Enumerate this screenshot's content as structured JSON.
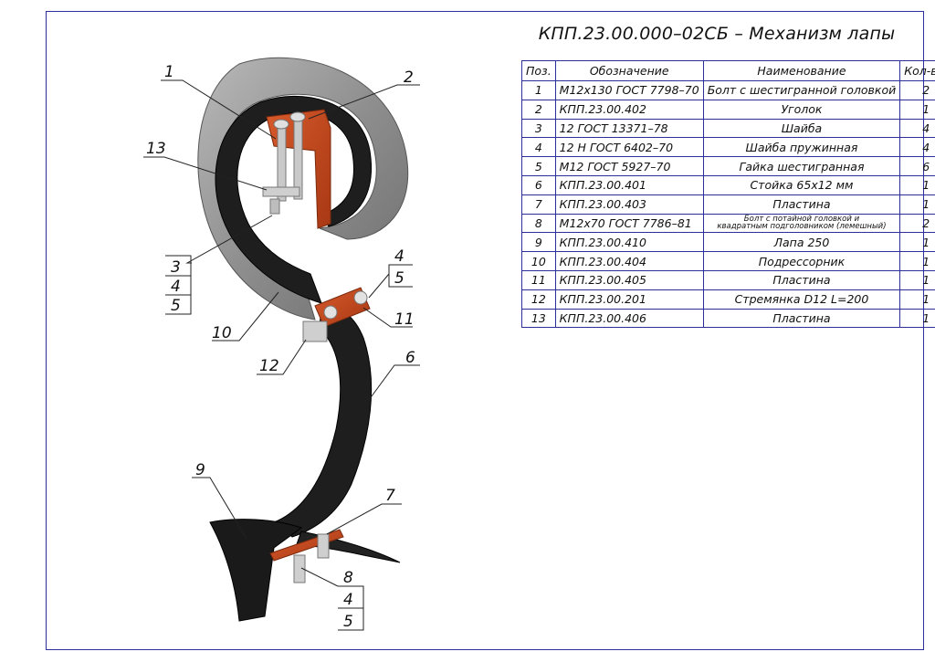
{
  "title": "КПП.23.00.000–02СБ – Механизм лапы",
  "table": {
    "headers": [
      "Поз.",
      "Обозначение",
      "Наименование",
      "Кол-во."
    ],
    "rows": [
      {
        "pos": "1",
        "designation": "М12х130 ГОСТ 7798–70",
        "name": "Болт с шестигранной головкой",
        "qty": "2"
      },
      {
        "pos": "2",
        "designation": "КПП.23.00.402",
        "name": "Уголок",
        "qty": "1"
      },
      {
        "pos": "3",
        "designation": "12 ГОСТ 13371–78",
        "name": "Шайба",
        "qty": "4"
      },
      {
        "pos": "4",
        "designation": "12 Н ГОСТ 6402–70",
        "name": "Шайба пружинная",
        "qty": "4"
      },
      {
        "pos": "5",
        "designation": "М12 ГОСТ 5927–70",
        "name": "Гайка шестигранная",
        "qty": "6"
      },
      {
        "pos": "6",
        "designation": "КПП.23.00.401",
        "name": "Стойка 65х12 мм",
        "qty": "1"
      },
      {
        "pos": "7",
        "designation": "КПП.23.00.403",
        "name": "Пластина",
        "qty": "1"
      },
      {
        "pos": "8",
        "designation": "М12х70 ГОСТ 7786–81",
        "name_line1": "Болт с потайной головкой и",
        "name_line2": "квадратным подголовником (лемешный)",
        "qty": "2"
      },
      {
        "pos": "9",
        "designation": "КПП.23.00.410",
        "name": "Лапа 250",
        "qty": "1"
      },
      {
        "pos": "10",
        "designation": "КПП.23.00.404",
        "name": "Подрессорник",
        "qty": "1"
      },
      {
        "pos": "11",
        "designation": "КПП.23.00.405",
        "name": "Пластина",
        "qty": "1"
      },
      {
        "pos": "12",
        "designation": "КПП.23.00.201",
        "name": "Стремянка D12 L=200",
        "qty": "1"
      },
      {
        "pos": "13",
        "designation": "КПП.23.00.406",
        "name": "Пластина",
        "qty": "1"
      }
    ]
  },
  "callouts": {
    "c1": "1",
    "c2": "2",
    "c13": "13",
    "c3": "3",
    "c4a": "4",
    "c5a": "5",
    "c10": "10",
    "c12": "12",
    "c4b": "4",
    "c5b": "5",
    "c11": "11",
    "c6": "6",
    "c9": "9",
    "c7": "7",
    "c8": "8",
    "c4c": "4",
    "c5c": "5"
  },
  "colors": {
    "frame": "#2a2f9a",
    "spring_gray": "#9a9a9a",
    "steel_dark": "#1e1e1e",
    "part_orange": "#c8451e"
  }
}
